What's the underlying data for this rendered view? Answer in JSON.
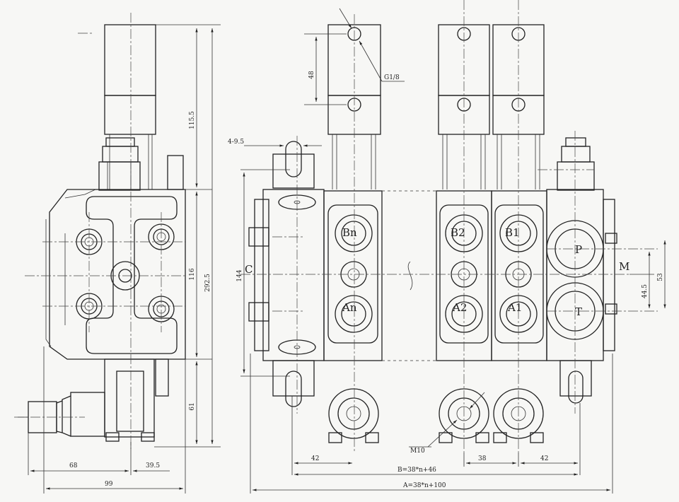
{
  "dimensions": {
    "d48": "48",
    "g18": "G1/8",
    "d495": "4-9.5",
    "d1155": "115.5",
    "d116": "116",
    "d2925": "292.5",
    "d61": "61",
    "d144": "144",
    "d445": "44.5",
    "d53": "53",
    "d68": "68",
    "d395": "39.5",
    "d99": "99",
    "d42a": "42",
    "d38": "38",
    "d42b": "42",
    "m10": "M10",
    "bform": "B=38*n+46",
    "aform": "A=38*n+100"
  },
  "ports": {
    "bn": "Bn",
    "an": "An",
    "b2": "B2",
    "a2": "A2",
    "b1": "B1",
    "a1": "A1",
    "p": "P",
    "t": "T",
    "m": "M",
    "c": "C"
  }
}
